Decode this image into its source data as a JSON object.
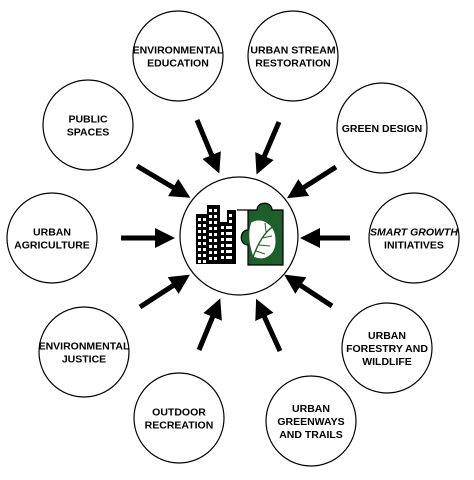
{
  "center": {
    "emblem": "urban-nature-emblem",
    "colors": {
      "building": "#000000",
      "leaf": "#1d5e2a",
      "outline": "#000000"
    }
  },
  "nodes": [
    {
      "id": "environmental-education",
      "lines": [
        "ENVIRONMENTAL",
        "EDUCATION"
      ]
    },
    {
      "id": "urban-stream-restoration",
      "lines": [
        "URBAN STREAM",
        "RESTORATION"
      ]
    },
    {
      "id": "green-design",
      "lines": [
        "GREEN DESIGN"
      ]
    },
    {
      "id": "smart-growth-initiatives",
      "lines": [
        "SMART GROWTH",
        "INITIATIVES"
      ],
      "italic_line": 0
    },
    {
      "id": "urban-forestry-and-wildlife",
      "lines": [
        "URBAN",
        "FORESTRY AND",
        "WILDLIFE"
      ]
    },
    {
      "id": "urban-greenways-and-trails",
      "lines": [
        "URBAN",
        "GREENWAYS",
        "AND TRAILS"
      ]
    },
    {
      "id": "outdoor-recreation",
      "lines": [
        "OUTDOOR",
        "RECREATION"
      ]
    },
    {
      "id": "environmental-justice",
      "lines": [
        "ENVIRONMENTAL",
        "JUSTICE"
      ]
    },
    {
      "id": "urban-agriculture",
      "lines": [
        "URBAN",
        "AGRICULTURE"
      ]
    },
    {
      "id": "public-spaces",
      "lines": [
        "PUBLIC",
        "SPACES"
      ]
    }
  ]
}
